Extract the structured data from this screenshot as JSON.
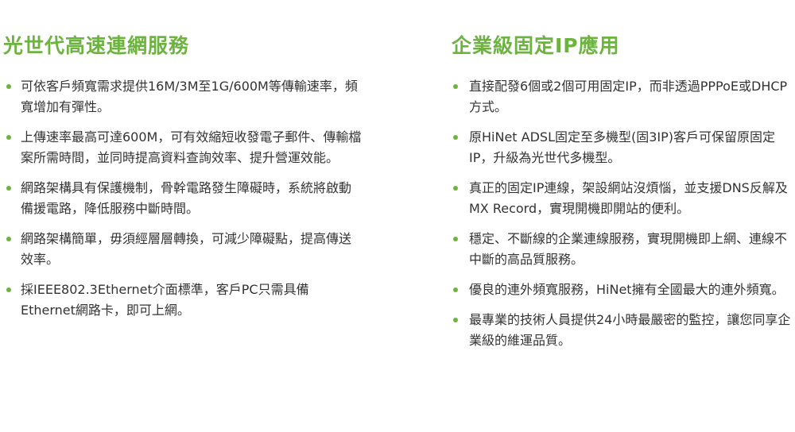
{
  "colors": {
    "accent": "#6cb33f",
    "text": "#333333"
  },
  "left": {
    "heading": "光世代高速連網服務",
    "items": [
      "可依客戶頻寬需求提供16M/3M至1G/600M等傳輸速率，頻寬增加有彈性。",
      "上傳速率最高可達600M，可有效縮短收發電子郵件、傳輸檔案所需時間，並同時提高資料查詢效率、提升營運效能。",
      "網路架構具有保護機制，骨幹電路發生障礙時，系統將啟動備援電路，降低服務中斷時間。",
      "網路架構簡單，毋須經層層轉換，可減少障礙點，提高傳送效率。",
      "採IEEE802.3Ethernet介面標準，客戶PC只需具備Ethernet網路卡，即可上網。"
    ]
  },
  "right": {
    "heading": "企業級固定IP應用",
    "items": [
      "直接配發6個或2個可用固定IP，而非透過PPPoE或DHCP方式。",
      "原HiNet ADSL固定至多機型(固3IP)客戶可保留原固定IP，升級為光世代多機型。",
      "真正的固定IP連線，架設網站沒煩惱，並支援DNS反解及MX Record，實現開機即開站的便利。",
      "穩定、不斷線的企業連線服務，實現開機即上網、連線不中斷的高品質服務。",
      "優良的連外頻寬服務，HiNet擁有全國最大的連外頻寬。",
      "最專業的技術人員提供24小時最嚴密的監控，讓您同享企業級的維運品質。"
    ]
  }
}
